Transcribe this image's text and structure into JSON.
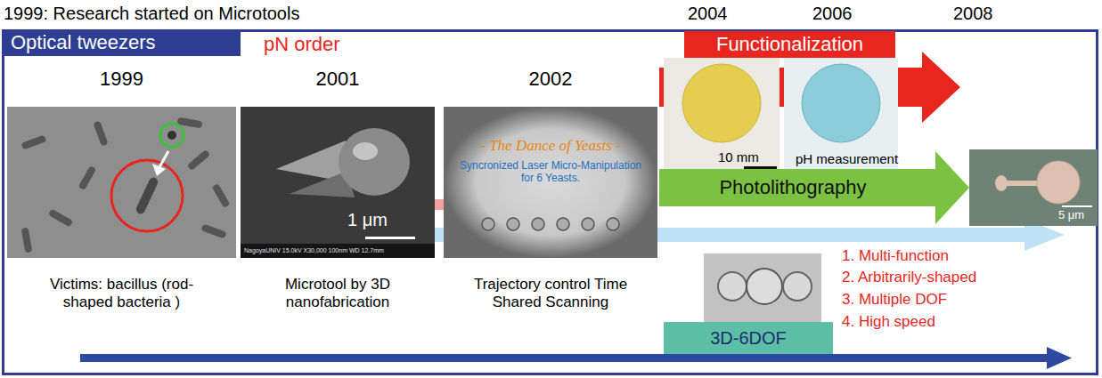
{
  "diagram": {
    "title": "1999: Research started on Microtools",
    "nodes": [
      {
        "text": [
          "Optical tweezers"
        ]
      },
      {
        "text": [
          "Functionalization"
        ],
        "in": 0
      },
      {
        "text": [
          "1999",
          "Victims: bacillus (rod-shaped bacteria )"
        ],
        "in": 0
      },
      {
        "text": [
          "2001",
          "1 μm",
          "NagoyaUNIV 15.0kV X30,000 100nm WD 12.7mm",
          "Microtool by 3D nanofabrication"
        ],
        "in": 0
      },
      {
        "text": [
          "2002",
          "- The Dance of Yeasts -",
          "Syncronized Laser Micro-Manipulation for 6 Yeasts.",
          "Trajectory control Time Shared Scanning"
        ],
        "in": 0
      },
      {
        "text": [
          "Photolithography"
        ],
        "in": 0
      },
      {
        "text": [
          "5 μm"
        ],
        "in": 0
      },
      {
        "text": [
          "3D-6DOF"
        ],
        "in": 0
      }
    ],
    "edges": [
      {
        "from": 5,
        "to": 6,
        "arrow": "to"
      }
    ],
    "labels": [
      "2004",
      "2006",
      "2008",
      "pN order",
      "10 mm",
      "pH measurement",
      "1. Multi-function",
      "2. Arbitrarily-shaped",
      "3. Multiple DOF",
      "4. High speed"
    ]
  }
}
